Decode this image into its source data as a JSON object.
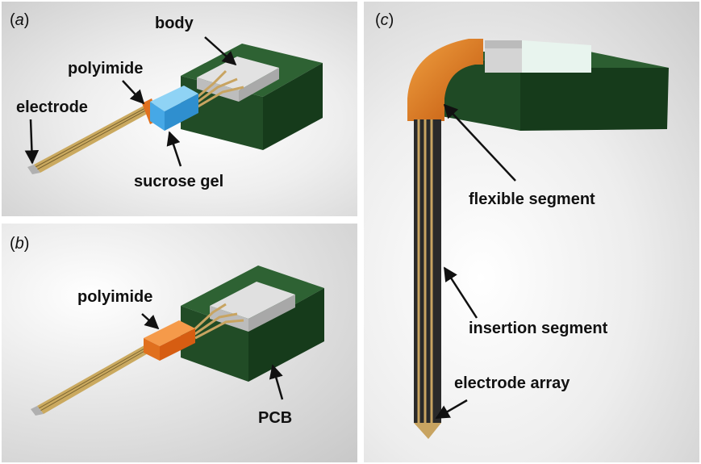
{
  "panels": {
    "a": {
      "letter": "a",
      "labels": {
        "body": "body",
        "polyimide": "polyimide",
        "electrode": "electrode",
        "sucrose_gel": "sucrose gel"
      }
    },
    "b": {
      "letter": "b",
      "labels": {
        "polyimide": "polyimide",
        "pcb": "PCB"
      }
    },
    "c": {
      "letter": "c",
      "labels": {
        "flexible_segment": "flexible segment",
        "insertion_segment": "insertion segment",
        "electrode_array": "electrode array"
      }
    }
  },
  "colors": {
    "pcb_green": "#1f4a25",
    "polyimide_orange": "#e0701e",
    "sucrose_gel_blue": "#3ea3e0",
    "trace_gold": "#c8a461",
    "metal_body": "#d7d7d7"
  }
}
